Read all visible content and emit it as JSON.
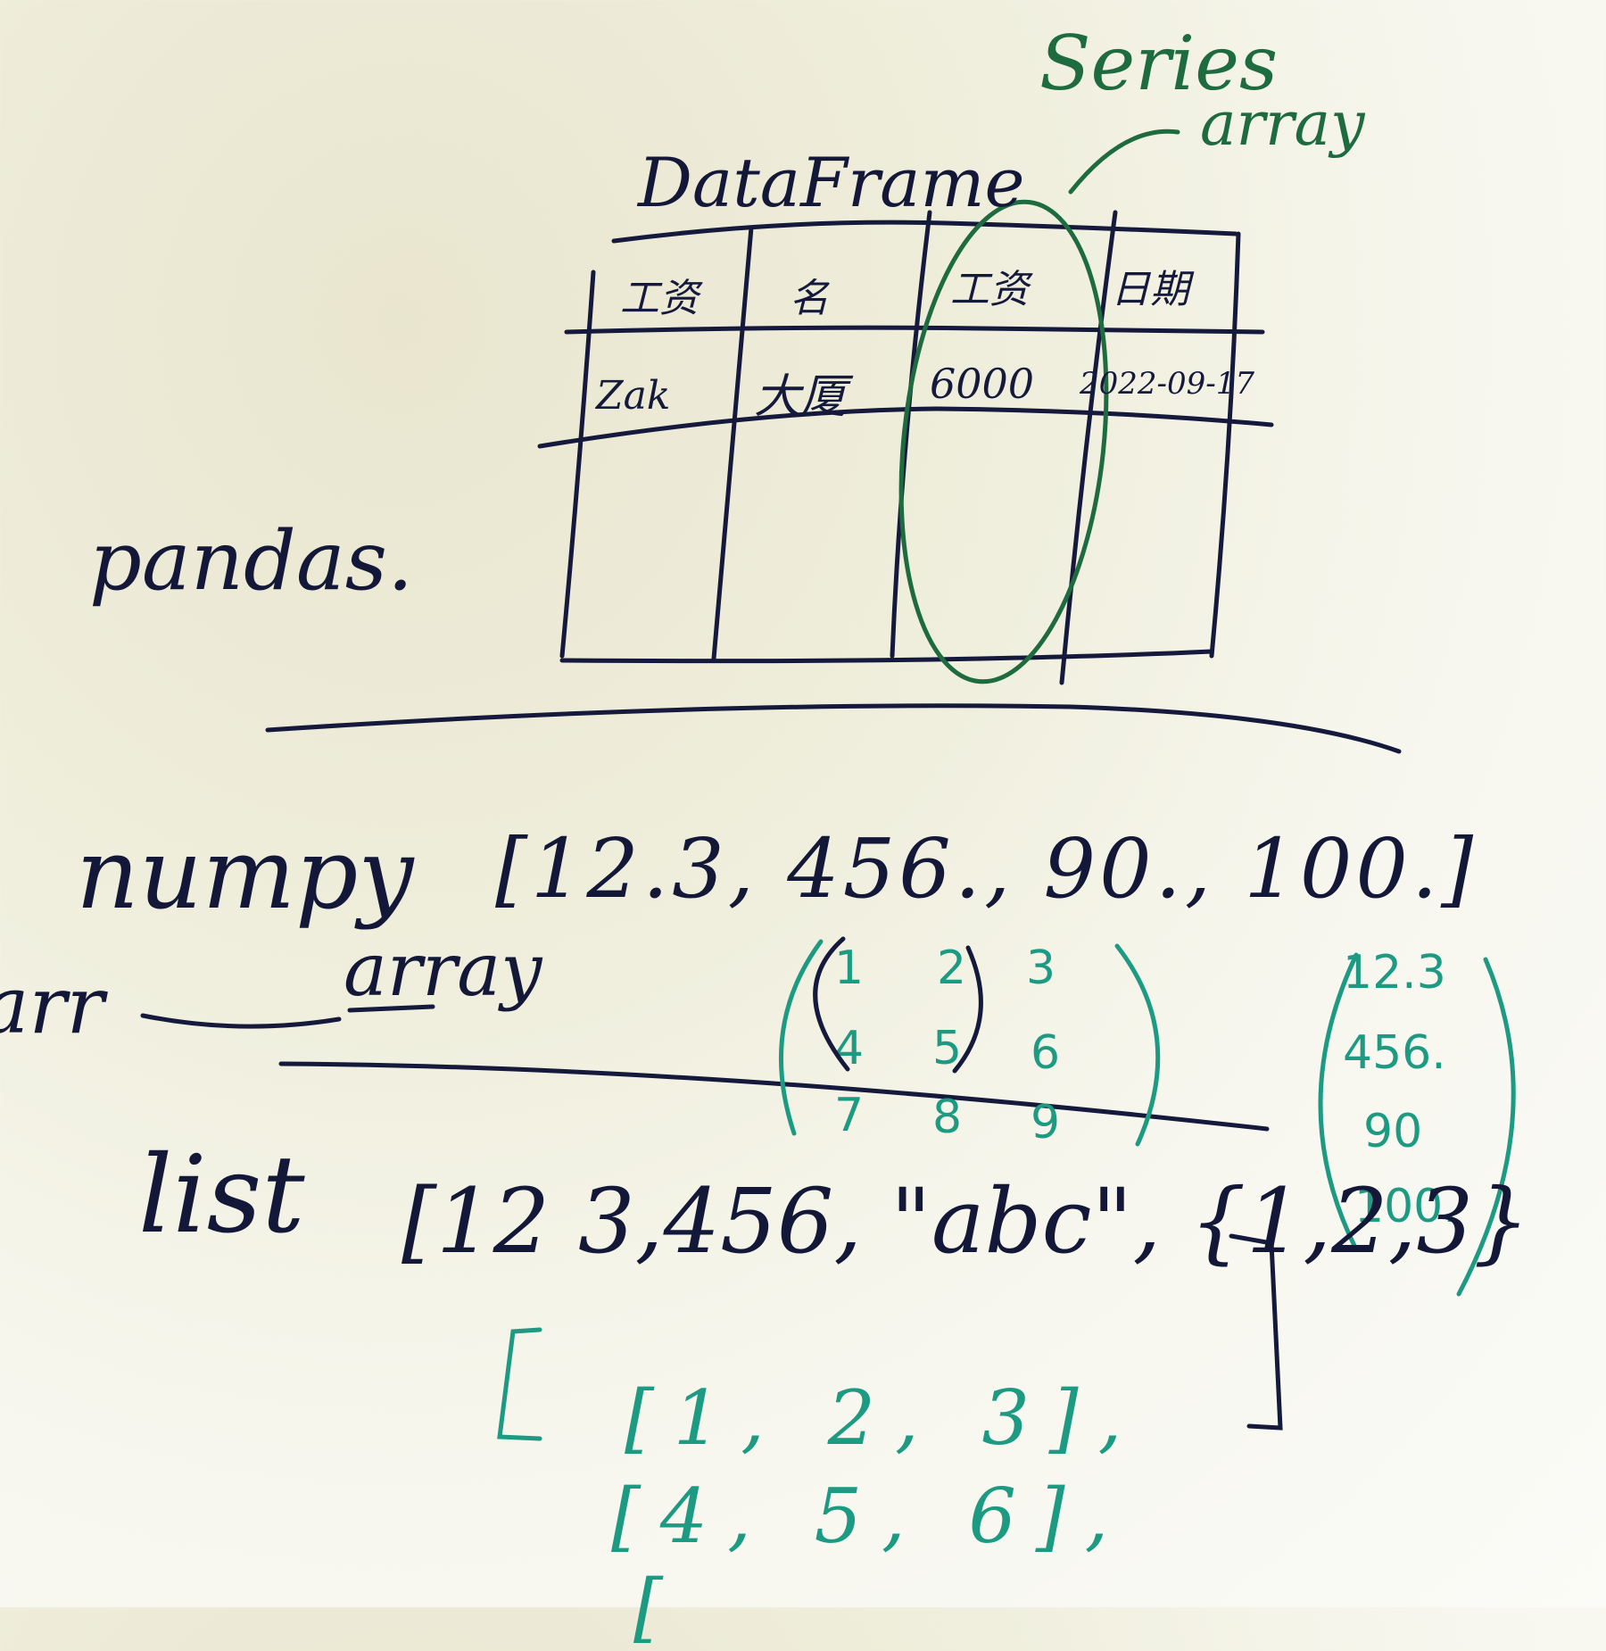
{
  "board": {
    "dataframe_label": "DataFrame",
    "series_label": "Series",
    "series_array_label": "array",
    "table": {
      "headers": [
        "工资",
        "名",
        "工资",
        "日期"
      ],
      "rows": [
        [
          "Zak",
          "大厦",
          "6000",
          "2022-09-17"
        ]
      ]
    },
    "pandas_label": "pandas.",
    "numpy_label": "numpy",
    "numpy_expression": "[12.3, 456., 90., 100.]",
    "arr_label": "arr",
    "array_label": "array",
    "matrix": [
      "1",
      "2",
      "3",
      "4",
      "5",
      "6",
      "7",
      "8",
      "9"
    ],
    "column_vector": [
      "12.3",
      "456.",
      "90",
      "100."
    ],
    "list_label": "list",
    "list_expression": "[12 3,456, \"abc\", {1,2,3}",
    "nested_list": [
      "[1, 2, 3],",
      "[4, 5, 6],",
      "["
    ],
    "colors": {
      "navy_marker": "#131838",
      "green_marker": "#1d6b3f",
      "teal_marker": "#1d9a82",
      "board": "#f5f4e8"
    }
  }
}
